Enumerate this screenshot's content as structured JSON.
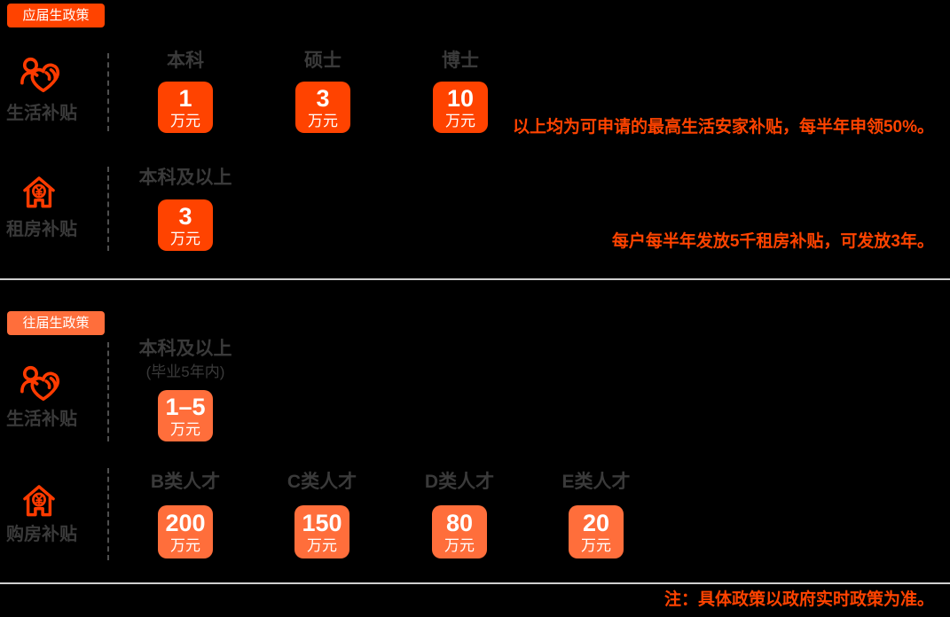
{
  "colors": {
    "background": "#000000",
    "accent_fresh": "#FF4300",
    "accent_alumni": "#FF6E3B",
    "icon_stroke": "#FF3B00",
    "label_gray": "#3A3A3A",
    "note_orange": "#FF4300",
    "divider_gray": "#CFCFCF",
    "badge_text": "#FFFFFF"
  },
  "sections": [
    {
      "tag": "应届生政策",
      "rows": [
        {
          "icon": "care-people-icon",
          "label": "生活补贴",
          "columns": [
            {
              "header": "本科",
              "value": "1",
              "unit": "万元"
            },
            {
              "header": "硕士",
              "value": "3",
              "unit": "万元"
            },
            {
              "header": "博士",
              "value": "10",
              "unit": "万元"
            }
          ],
          "note": "以上均为可申请的最高生活安家补贴，每半年申领50%。"
        },
        {
          "icon": "house-yuan-icon",
          "label": "租房补贴",
          "columns": [
            {
              "header": "本科及以上",
              "value": "3",
              "unit": "万元"
            }
          ],
          "note": "每户每半年发放5千租房补贴，可发放3年。"
        }
      ]
    },
    {
      "tag": "往届生政策",
      "rows": [
        {
          "icon": "care-people-icon",
          "label": "生活补贴",
          "columns": [
            {
              "header": "本科及以上",
              "subheader": "(毕业5年内)",
              "value": "1–5",
              "unit": "万元"
            }
          ]
        },
        {
          "icon": "house-yuan-icon",
          "label": "购房补贴",
          "columns": [
            {
              "header": "B类人才",
              "value": "200",
              "unit": "万元"
            },
            {
              "header": "C类人才",
              "value": "150",
              "unit": "万元"
            },
            {
              "header": "D类人才",
              "value": "80",
              "unit": "万元"
            },
            {
              "header": "E类人才",
              "value": "20",
              "unit": "万元"
            }
          ]
        }
      ]
    }
  ],
  "footer": {
    "note": "注：具体政策以政府实时政策为准。"
  }
}
